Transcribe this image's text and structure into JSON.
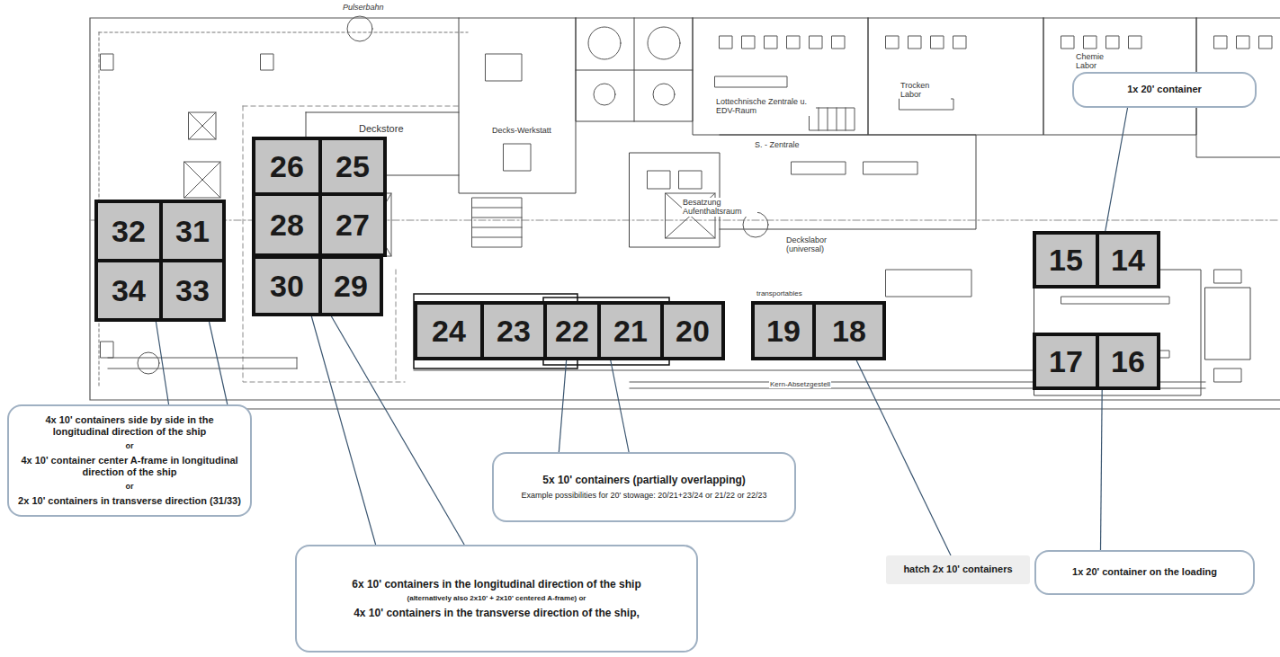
{
  "diagram": {
    "nodes": [
      {
        "text": [
          "32"
        ]
      },
      {
        "text": [
          "31"
        ]
      },
      {
        "text": [
          "34"
        ]
      },
      {
        "text": [
          "33"
        ]
      },
      {
        "text": [
          "26"
        ]
      },
      {
        "text": [
          "25"
        ]
      },
      {
        "text": [
          "28"
        ]
      },
      {
        "text": [
          "27"
        ]
      },
      {
        "text": [
          "30"
        ]
      },
      {
        "text": [
          "29"
        ]
      },
      {
        "text": [
          "24"
        ]
      },
      {
        "text": [
          "23"
        ]
      },
      {
        "text": [
          "22"
        ]
      },
      {
        "text": [
          "21"
        ]
      },
      {
        "text": [
          "20"
        ]
      },
      {
        "text": [
          "19"
        ]
      },
      {
        "text": [
          "18"
        ]
      },
      {
        "text": [
          "15"
        ]
      },
      {
        "text": [
          "14"
        ]
      },
      {
        "text": [
          "17"
        ]
      },
      {
        "text": [
          "16"
        ]
      },
      {
        "text": [
          "1x 20' container"
        ]
      },
      {
        "text": [
          "4x 10' containers side by side in the longitudinal direction of the ship",
          "or",
          "4x 10' container center A-frame in longitudinal direction of the ship",
          "or",
          "2x 10' containers in transverse direction (31/33)"
        ]
      },
      {
        "text": [
          "5x 10' containers (partially overlapping)",
          "Example possibilities for 20' stowage: 20/21+23/24 or 21/22 or 22/23"
        ]
      },
      {
        "text": [
          "6x 10' containers in the longitudinal direction of the ship",
          "(alternatively also 2x10' + 2x10' centered A-frame) or",
          "4x 10' containers in the transverse direction of the ship,"
        ]
      },
      {
        "text": [
          "hatch 2x 10' containers"
        ]
      },
      {
        "text": [
          "1x 20' container on the loading"
        ]
      }
    ],
    "edges": [
      {
        "from": 22,
        "to": 2,
        "arrow": "none"
      },
      {
        "from": 22,
        "to": 3,
        "arrow": "none"
      },
      {
        "from": 24,
        "to": 8,
        "arrow": "none"
      },
      {
        "from": 24,
        "to": 9,
        "arrow": "none"
      },
      {
        "from": 23,
        "to": 12,
        "arrow": "none"
      },
      {
        "from": 23,
        "to": 13,
        "arrow": "none"
      },
      {
        "from": 21,
        "to": 18,
        "arrow": "none"
      },
      {
        "from": 26,
        "to": 20,
        "arrow": "none"
      },
      {
        "from": 25,
        "to": 16,
        "arrow": "none"
      }
    ],
    "labels": [
      "Pulserbahn",
      "Deckstore",
      "Decks-Werkstatt",
      "Lottechnische Zentrale u. EDV-Raum",
      "Trocken Labor",
      "Chemie Labor",
      "S. - Zentrale",
      "Besatzung Aufenthaltsraum",
      "Deckslabor (universal)",
      "transportables",
      "Kern-Absetzgestell"
    ]
  }
}
